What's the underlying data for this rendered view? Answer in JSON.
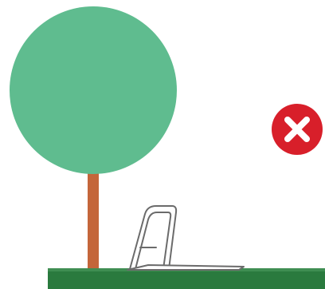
{
  "scene": {
    "elements": [
      "tree",
      "lawnmower",
      "grass",
      "incorrect-marker"
    ],
    "status": "incorrect"
  },
  "icons": {
    "tree": "tree-icon",
    "lawnmower": "lawnmower-icon",
    "status": "x-mark-icon"
  },
  "colors": {
    "background": "#ffffff",
    "tree_canopy": "#5fbc8f",
    "tree_trunk": "#c4663a",
    "grass": "#2a7a3e",
    "grass_edge": "#3f8e52",
    "mower_outline": "#6b6b6b",
    "mower_fill": "#ffffff",
    "x_badge": "#d81f2a",
    "x_mark": "#ffffff"
  }
}
